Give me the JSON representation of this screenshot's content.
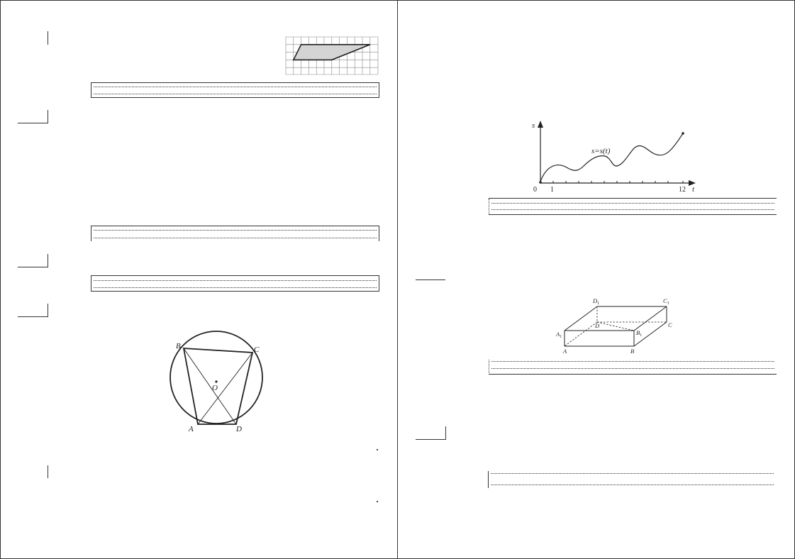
{
  "figures": {
    "graph": {
      "y_axis_label": "s",
      "x_axis_label": "t",
      "origin_label": "0",
      "tick_label_first": "1",
      "tick_label_last": "12",
      "curve_label": "s=s(t)"
    },
    "box": {
      "vertex_D1": "D",
      "vertex_D1_sub": "1",
      "vertex_C1": "C",
      "vertex_C1_sub": "1",
      "vertex_D": "D",
      "vertex_C": "C",
      "vertex_A1": "A",
      "vertex_A1_sub": "1",
      "vertex_B1": "B",
      "vertex_B1_sub": "1",
      "vertex_A": "A",
      "vertex_B": "B"
    },
    "circle": {
      "vertex_B": "B",
      "vertex_C": "C",
      "vertex_O": "O",
      "vertex_A": "A",
      "vertex_D": "D"
    }
  },
  "colors": {
    "ink": "#222222",
    "grid_fill": "#d4d4d4"
  }
}
